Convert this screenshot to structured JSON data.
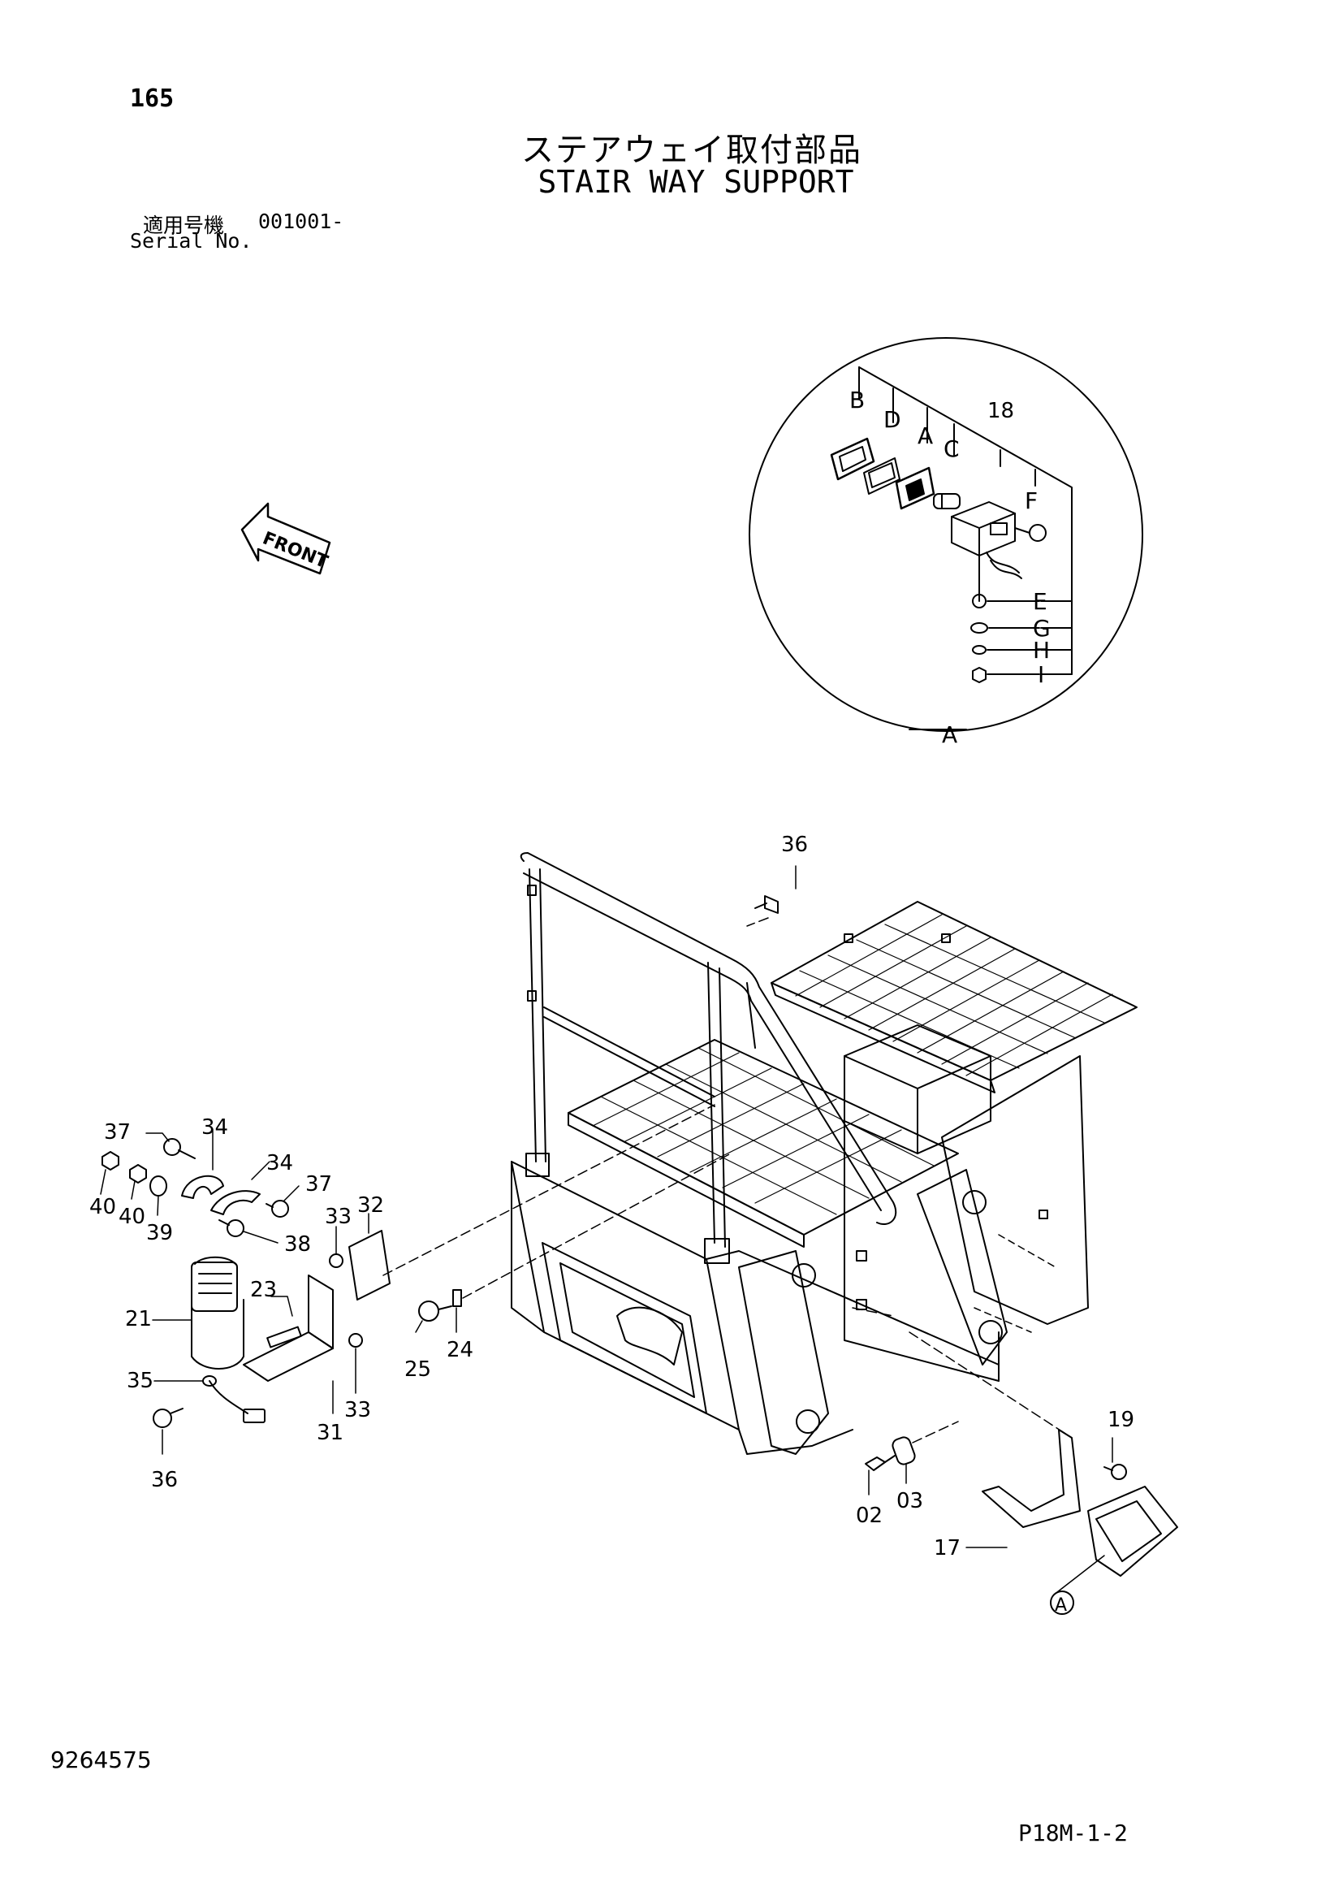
{
  "header": {
    "page_number": "165",
    "title_jp": "ステアウェイ取付部品",
    "title_en": "STAIR WAY SUPPORT",
    "serial_label_jp": "適用号機",
    "serial_value": "001001-",
    "serial_label_en": "Serial No."
  },
  "front_label": "FRONT",
  "detail": {
    "view_label": "A",
    "parent_part": "18",
    "letters": [
      "B",
      "D",
      "A",
      "C",
      "F",
      "E",
      "G",
      "H",
      "I"
    ]
  },
  "callouts": [
    "36",
    "37",
    "34",
    "34",
    "37",
    "40",
    "40",
    "39",
    "38",
    "33",
    "32",
    "23",
    "21",
    "35",
    "36",
    "31",
    "33",
    "25",
    "24",
    "19",
    "02",
    "03",
    "17"
  ],
  "detail_marker": "A",
  "footer": {
    "doc_number": "9264575",
    "page_ref": "P18M-1-2"
  }
}
